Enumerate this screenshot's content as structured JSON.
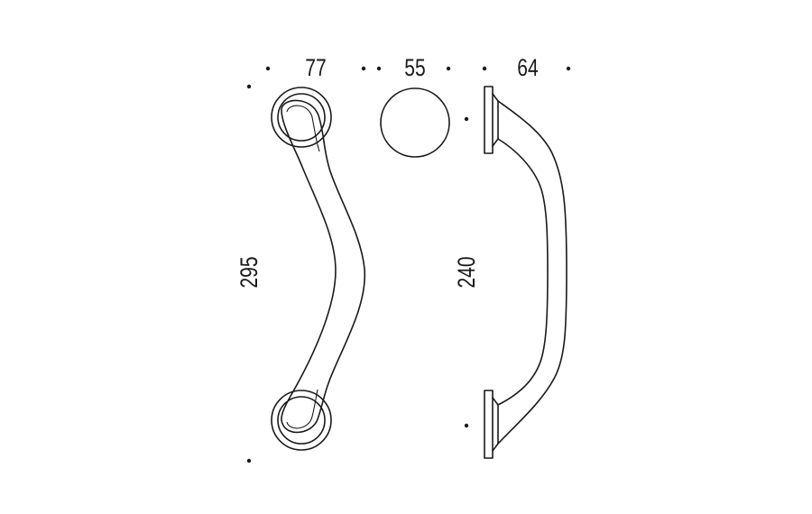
{
  "drawing": {
    "dimensions": {
      "width_front": "77",
      "rose_diameter": "55",
      "projection": "64",
      "overall_length": "295",
      "center_distance": "240"
    },
    "line_color": "#1a1a1a",
    "background": "#ffffff"
  }
}
